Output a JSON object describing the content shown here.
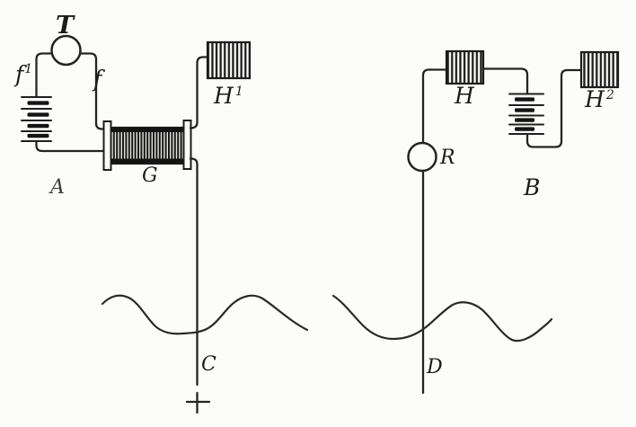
{
  "figure": {
    "paper_color": "#fcfcfa",
    "ink_color": "#242424",
    "labels": {
      "T": "T",
      "f1": {
        "base": "f",
        "sup": "1"
      },
      "f": "f",
      "A": "A",
      "G": "G",
      "H1": {
        "base": "H",
        "sup": "1"
      },
      "H": "H",
      "H2": {
        "base": "H",
        "sup": "2"
      },
      "B": "B",
      "R": "R",
      "C": "C",
      "D": "D"
    }
  }
}
